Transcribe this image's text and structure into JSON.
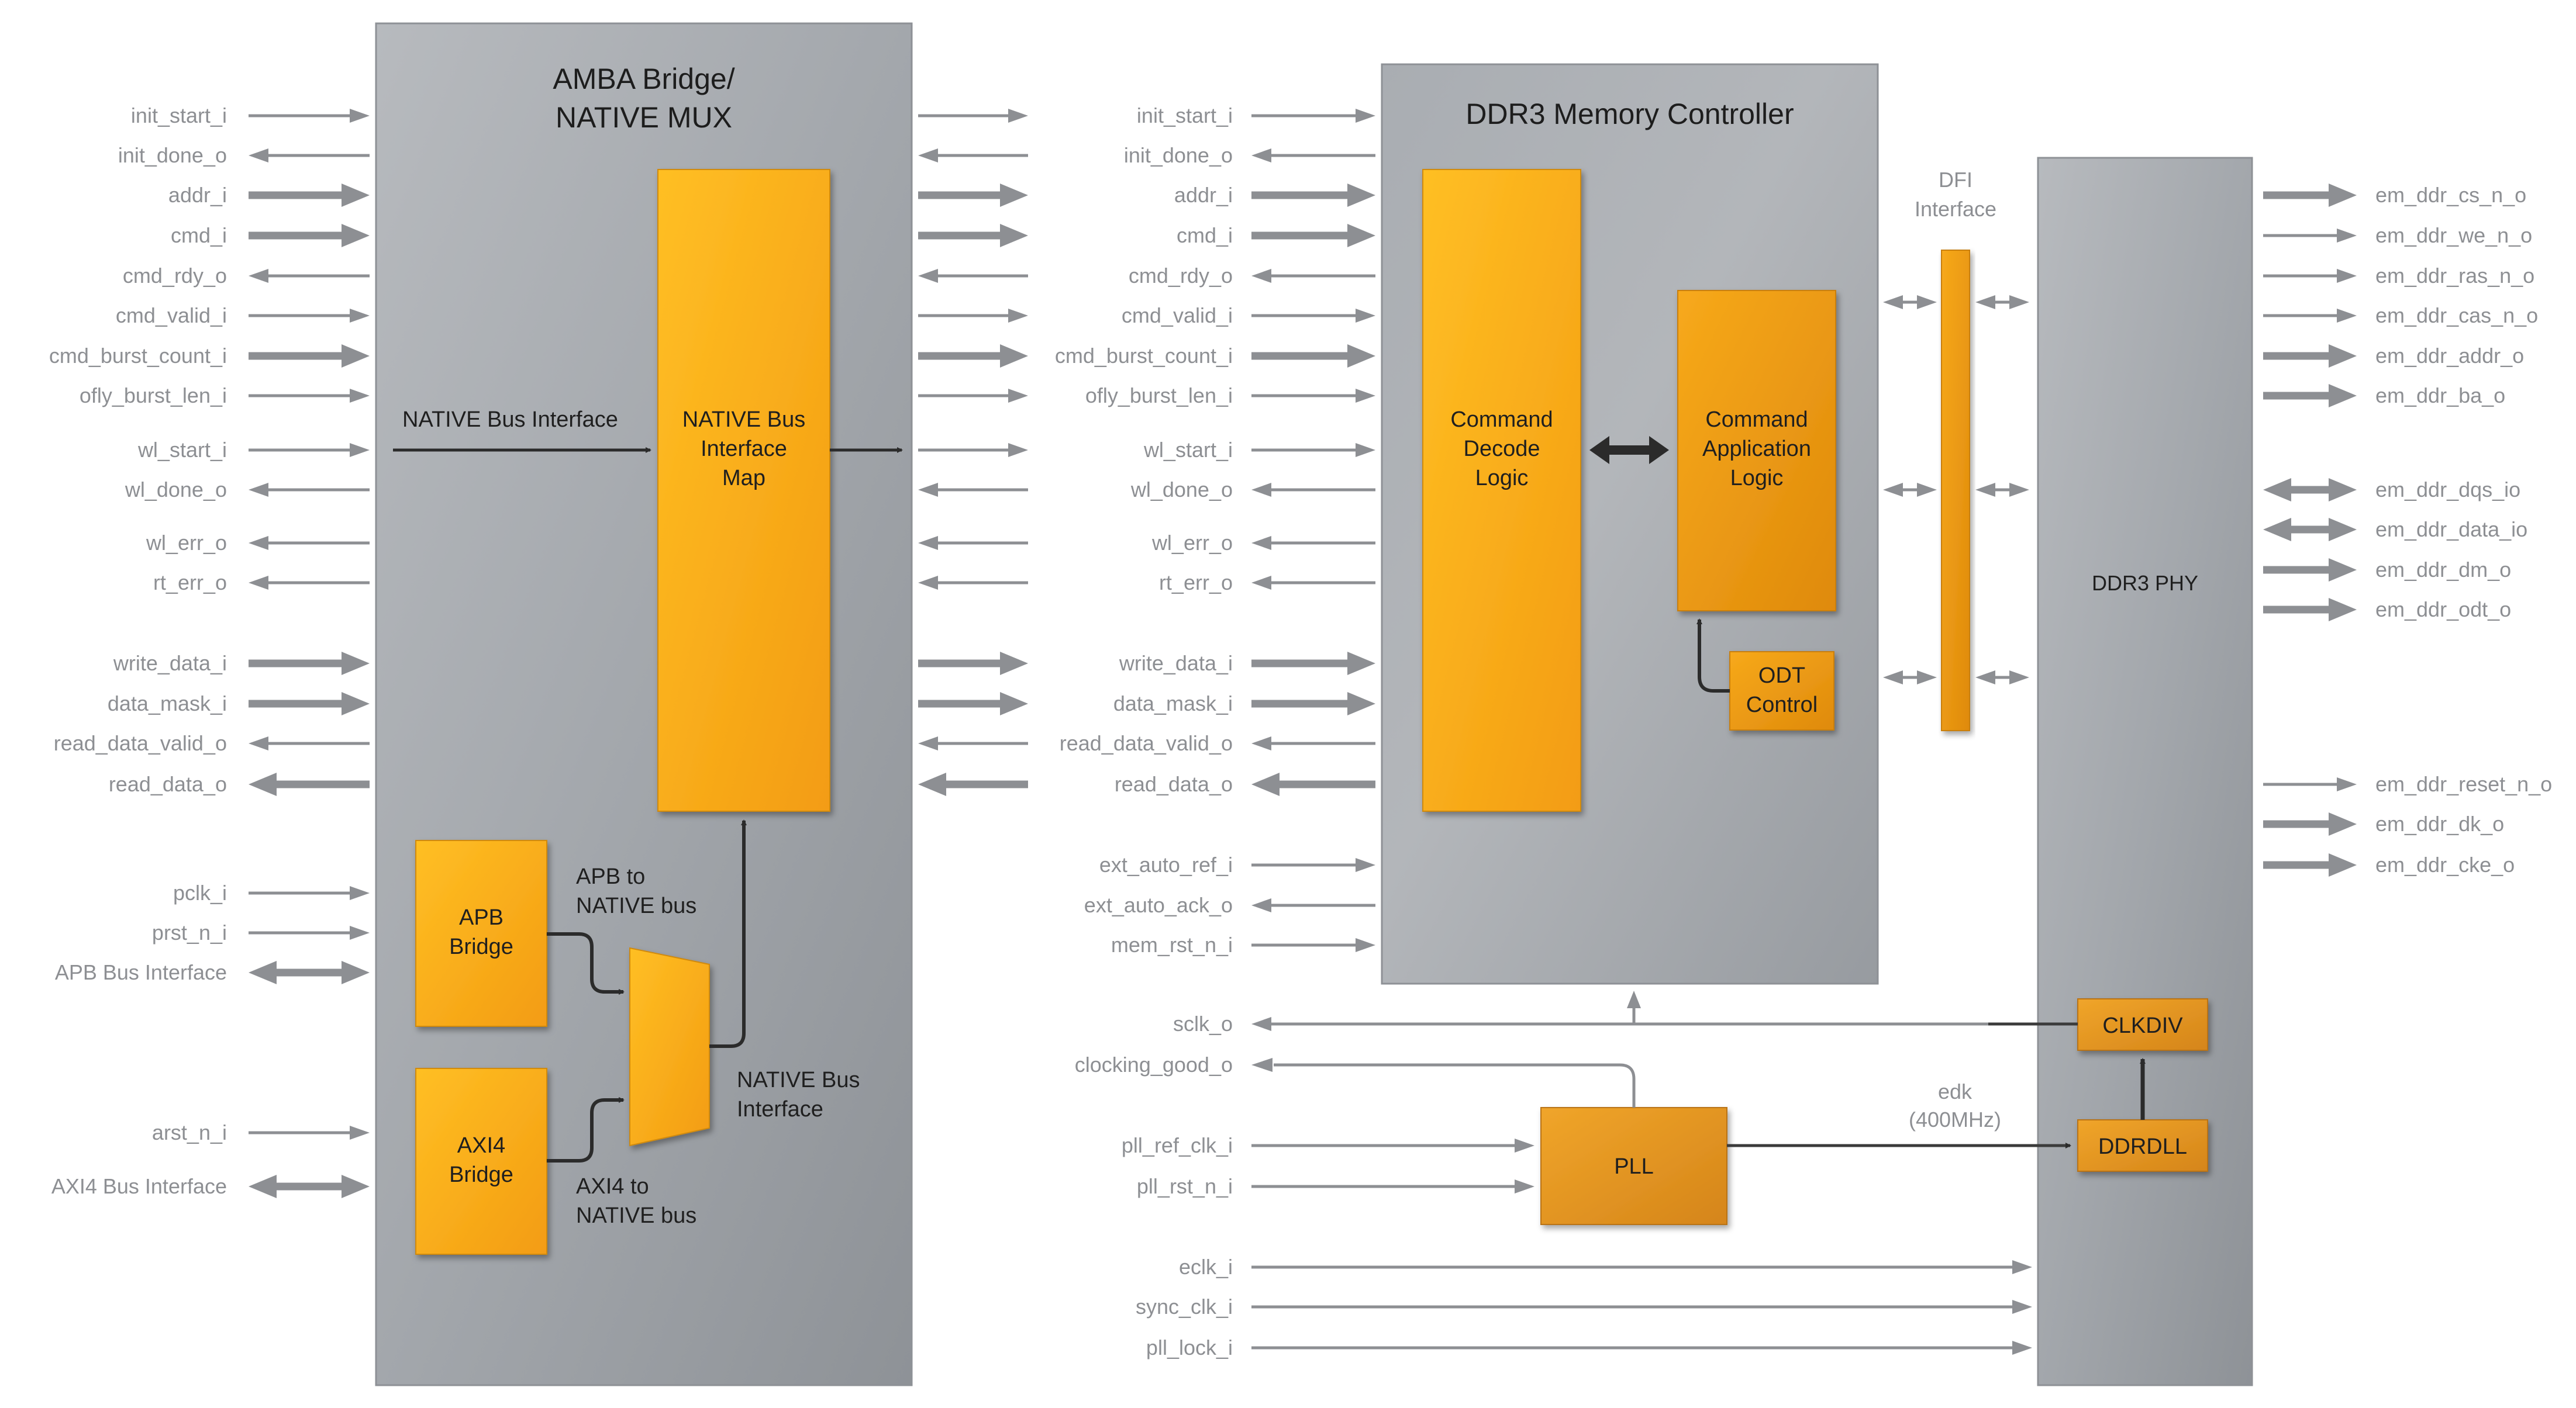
{
  "amba": {
    "title_line1": "AMBA Bridge/",
    "title_line2": "NATIVE MUX",
    "native_bus_interface_label": "NATIVE Bus Interface",
    "map_block": [
      "NATIVE Bus",
      "Interface",
      "Map"
    ],
    "apb_bridge": [
      "APB",
      "Bridge"
    ],
    "axi4_bridge": [
      "AXI4",
      "Bridge"
    ],
    "apb_to_native": [
      "APB to",
      "NATIVE bus"
    ],
    "axi4_to_native": [
      "AXI4 to",
      "NATIVE bus"
    ],
    "native_bus_interface_out": [
      "NATIVE Bus",
      "Interface"
    ]
  },
  "left_signals": [
    {
      "label": "init_start_i",
      "dir": "in",
      "w": "thin"
    },
    {
      "label": "init_done_o",
      "dir": "out",
      "w": "thin"
    },
    {
      "label": "addr_i",
      "dir": "in",
      "w": "bus"
    },
    {
      "label": "cmd_i",
      "dir": "in",
      "w": "bus"
    },
    {
      "label": "cmd_rdy_o",
      "dir": "out",
      "w": "thin"
    },
    {
      "label": "cmd_valid_i",
      "dir": "in",
      "w": "thin"
    },
    {
      "label": "cmd_burst_count_i",
      "dir": "in",
      "w": "bus"
    },
    {
      "label": "ofly_burst_len_i",
      "dir": "in",
      "w": "thin"
    },
    {
      "label": "wl_start_i",
      "dir": "in",
      "w": "thin"
    },
    {
      "label": "wl_done_o",
      "dir": "out",
      "w": "thin"
    },
    {
      "label": "wl_err_o",
      "dir": "out",
      "w": "thin"
    },
    {
      "label": "rt_err_o",
      "dir": "out",
      "w": "thin"
    },
    {
      "label": "write_data_i",
      "dir": "in",
      "w": "bus"
    },
    {
      "label": "data_mask_i",
      "dir": "in",
      "w": "bus"
    },
    {
      "label": "read_data_valid_o",
      "dir": "out",
      "w": "thin"
    },
    {
      "label": "read_data_o",
      "dir": "out",
      "w": "bus"
    },
    {
      "label": "pclk_i",
      "dir": "in",
      "w": "thin"
    },
    {
      "label": "prst_n_i",
      "dir": "in",
      "w": "thin"
    },
    {
      "label": "APB Bus Interface",
      "dir": "bi",
      "w": "bus"
    },
    {
      "label": "arst_n_i",
      "dir": "in",
      "w": "thin"
    },
    {
      "label": "AXI4 Bus Interface",
      "dir": "bi",
      "w": "bus"
    }
  ],
  "controller": {
    "title": "DDR3 Memory Controller",
    "command_decode": [
      "Command",
      "Decode",
      "Logic"
    ],
    "command_application": [
      "Command",
      "Application",
      "Logic"
    ],
    "odt_control": [
      "ODT",
      "Control"
    ]
  },
  "ctrl_signals": [
    {
      "label": "init_start_i",
      "dir": "in",
      "w": "thin"
    },
    {
      "label": "init_done_o",
      "dir": "out",
      "w": "thin"
    },
    {
      "label": "addr_i",
      "dir": "in",
      "w": "bus"
    },
    {
      "label": "cmd_i",
      "dir": "in",
      "w": "bus"
    },
    {
      "label": "cmd_rdy_o",
      "dir": "out",
      "w": "thin"
    },
    {
      "label": "cmd_valid_i",
      "dir": "in",
      "w": "thin"
    },
    {
      "label": "cmd_burst_count_i",
      "dir": "in",
      "w": "bus"
    },
    {
      "label": "ofly_burst_len_i",
      "dir": "in",
      "w": "thin"
    },
    {
      "label": "wl_start_i",
      "dir": "in",
      "w": "thin"
    },
    {
      "label": "wl_done_o",
      "dir": "out",
      "w": "thin"
    },
    {
      "label": "wl_err_o",
      "dir": "out",
      "w": "thin"
    },
    {
      "label": "rt_err_o",
      "dir": "out",
      "w": "thin"
    },
    {
      "label": "write_data_i",
      "dir": "in",
      "w": "bus"
    },
    {
      "label": "data_mask_i",
      "dir": "in",
      "w": "bus"
    },
    {
      "label": "read_data_valid_o",
      "dir": "out",
      "w": "thin"
    },
    {
      "label": "read_data_o",
      "dir": "out",
      "w": "bus"
    },
    {
      "label": "ext_auto_ref_i",
      "dir": "in",
      "w": "thin"
    },
    {
      "label": "ext_auto_ack_o",
      "dir": "out",
      "w": "thin"
    },
    {
      "label": "mem_rst_n_i",
      "dir": "in",
      "w": "thin"
    }
  ],
  "bottom_signals": {
    "sclk": "sclk_o",
    "clocking_good": "clocking_good_o",
    "pll_ref_clk": "pll_ref_clk_i",
    "pll_rst_n": "pll_rst_n_i",
    "eclk": "eclk_i",
    "sync_clk": "sync_clk_i",
    "pll_lock": "pll_lock_i"
  },
  "pll": "PLL",
  "clkdiv": "CLKDIV",
  "ddrdll": "DDRDLL",
  "edk_line1": "edk",
  "edk_line2": "(400MHz)",
  "dfi_line1": "DFI",
  "dfi_line2": "Interface",
  "phy": {
    "title": "DDR3 PHY"
  },
  "phy_signals": [
    {
      "label": "em_ddr_cs_n_o",
      "dir": "out",
      "w": "bus"
    },
    {
      "label": "em_ddr_we_n_o",
      "dir": "out",
      "w": "thin"
    },
    {
      "label": "em_ddr_ras_n_o",
      "dir": "out",
      "w": "thin"
    },
    {
      "label": "em_ddr_cas_n_o",
      "dir": "out",
      "w": "thin"
    },
    {
      "label": "em_ddr_addr_o",
      "dir": "out",
      "w": "bus"
    },
    {
      "label": "em_ddr_ba_o",
      "dir": "out",
      "w": "bus"
    },
    {
      "label": "em_ddr_dqs_io",
      "dir": "bi",
      "w": "bus"
    },
    {
      "label": "em_ddr_data_io",
      "dir": "bi",
      "w": "bus"
    },
    {
      "label": "em_ddr_dm_o",
      "dir": "out",
      "w": "bus"
    },
    {
      "label": "em_ddr_odt_o",
      "dir": "out",
      "w": "bus"
    },
    {
      "label": "em_ddr_reset_n_o",
      "dir": "out",
      "w": "thin"
    },
    {
      "label": "em_ddr_dk_o",
      "dir": "out",
      "w": "bus"
    },
    {
      "label": "em_ddr_cke_o",
      "dir": "out",
      "w": "bus"
    }
  ],
  "colors": {
    "orange": "#fdb515",
    "orange_dark": "#e08e0b",
    "pll_orange": "#e89a20",
    "panel_gray": "#a2a6ab",
    "signal_gray": "#8d8f93",
    "dark_arrow": "#2b2b2b"
  }
}
